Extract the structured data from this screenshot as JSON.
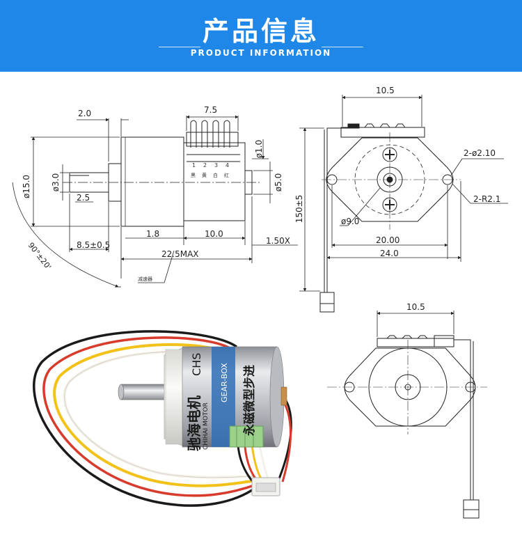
{
  "header": {
    "title": "产品信息",
    "subtitle": "PRODUCT INFORMATION"
  },
  "side_view": {
    "dim_top_left": "2.0",
    "dim_coil_width": "7.5",
    "dim_body_dia": "ø15.0",
    "dim_shaft_dia": "ø3.0",
    "dim_shaft_flat": "2.5",
    "dim_pin_dia": "ø1.0",
    "dim_boss_dia": "ø5.0",
    "dim_gear_len": "1.8",
    "dim_motor_len": "10.0",
    "dim_shaft_len": "8.5±0.5",
    "dim_total_len": "22.5MAX",
    "dim_end_cap": "1.50X",
    "dim_angle": "90°±20'",
    "pin_numbers": [
      "1",
      "2",
      "3",
      "4"
    ],
    "wire_colors": [
      "黑",
      "黄",
      "白",
      "红"
    ],
    "gearbox_label": "减速器"
  },
  "front_view": {
    "dim_top": "10.5",
    "dim_holes": "2-ø2.10",
    "dim_radius": "2-R2.1",
    "dim_boss": "ø9.0",
    "dim_hole_spacing": "20.00",
    "dim_flange_width": "24.0",
    "dim_wire_length": "150±5"
  },
  "rear_view": {
    "dim_top": "10.5"
  },
  "photo": {
    "brand_cn": "驰海电机",
    "brand_en": "CHIHAI MOTOR",
    "model_prefix": "CHS",
    "type_label": "永磁微型步进",
    "gearbox_text": "GEAR-BOX"
  },
  "colors": {
    "header_bg": "#1f87e8",
    "wire_black": "#1a1a1a",
    "wire_red": "#d63b2b",
    "wire_yellow": "#f2c21a",
    "wire_white": "#f4f1ea",
    "label_blue": "#2f6fb5"
  }
}
